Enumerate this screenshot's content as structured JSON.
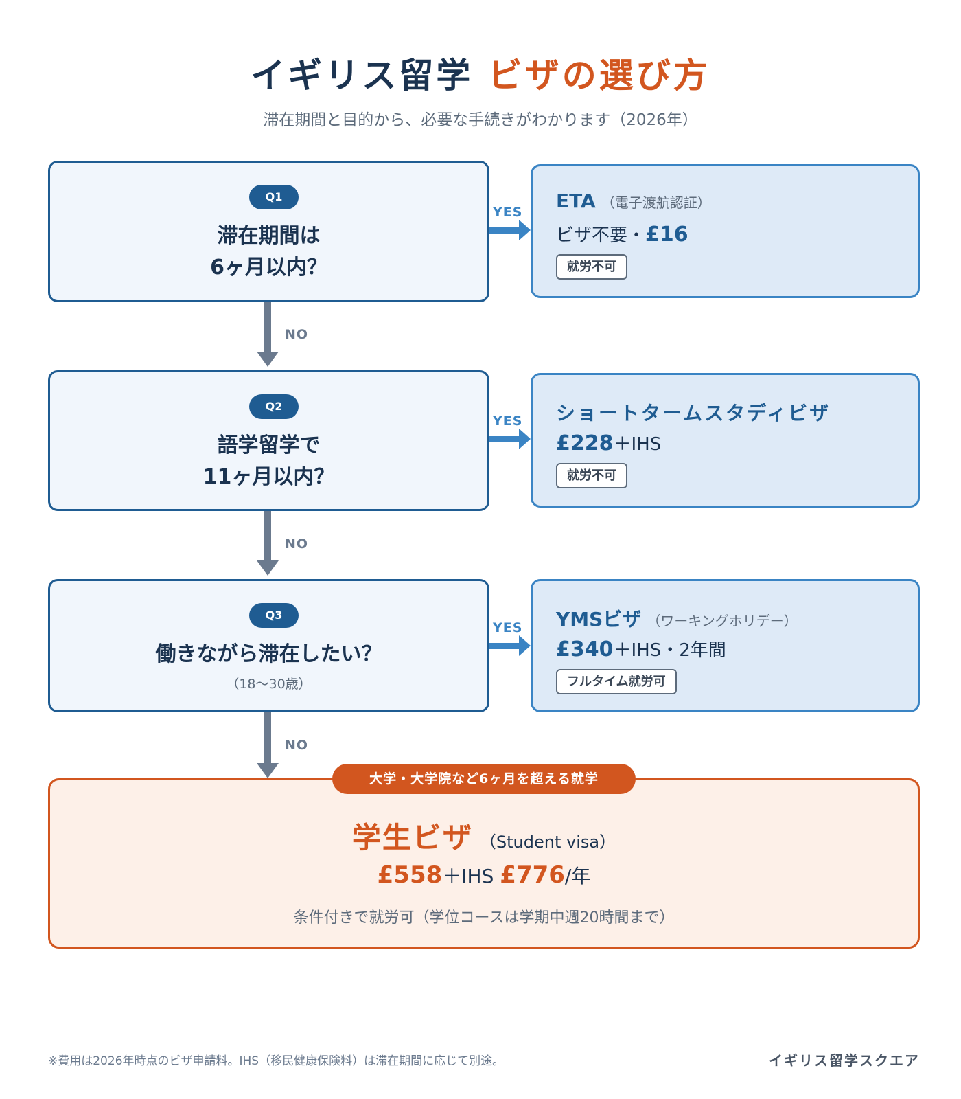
{
  "header": {
    "title_main": "イギリス留学",
    "title_accent": "ビザの選び方",
    "subtitle": "滞在期間と目的から、必要な手続きがわかります（2026年）"
  },
  "labels": {
    "yes": "YES",
    "no": "NO"
  },
  "questions": [
    {
      "badge": "Q1",
      "line1": "滞在期間は",
      "line2": "6ヶ月以内？"
    },
    {
      "badge": "Q2",
      "line1": "語学留学で",
      "line2": "11ヶ月以内？"
    },
    {
      "badge": "Q3",
      "line1": "働きながら滞在したい？",
      "note": "（18〜30歳）"
    }
  ],
  "answers": [
    {
      "name": "ETA",
      "note": "（電子渡航認証）",
      "prefix": "ビザ不要・",
      "price": "£16",
      "suffix": "",
      "tag": "就労不可"
    },
    {
      "name": "ショートタームスタディビザ",
      "note": "",
      "prefix": "",
      "price": "£228",
      "suffix": "＋IHS",
      "tag": "就労不可"
    },
    {
      "name": "YMSビザ",
      "note": "（ワーキングホリデー）",
      "prefix": "",
      "price": "£340",
      "suffix": "＋IHS・2年間",
      "tag": "フルタイム就労可"
    }
  ],
  "final": {
    "pill": "大学・大学院など6ヶ月を超える就学",
    "name": "学生ビザ",
    "name_en": "（Student visa）",
    "price1": "£558",
    "mid": "＋IHS ",
    "price2": "£776",
    "per": "/年",
    "condition": "条件付きで就労可（学位コースは学期中週20時間まで）"
  },
  "footer": {
    "note": "※費用は2026年時点のビザ申請料。IHS（移民健康保険料）は滞在期間に応じて別途。",
    "brand": "イギリス留学スクエア"
  }
}
